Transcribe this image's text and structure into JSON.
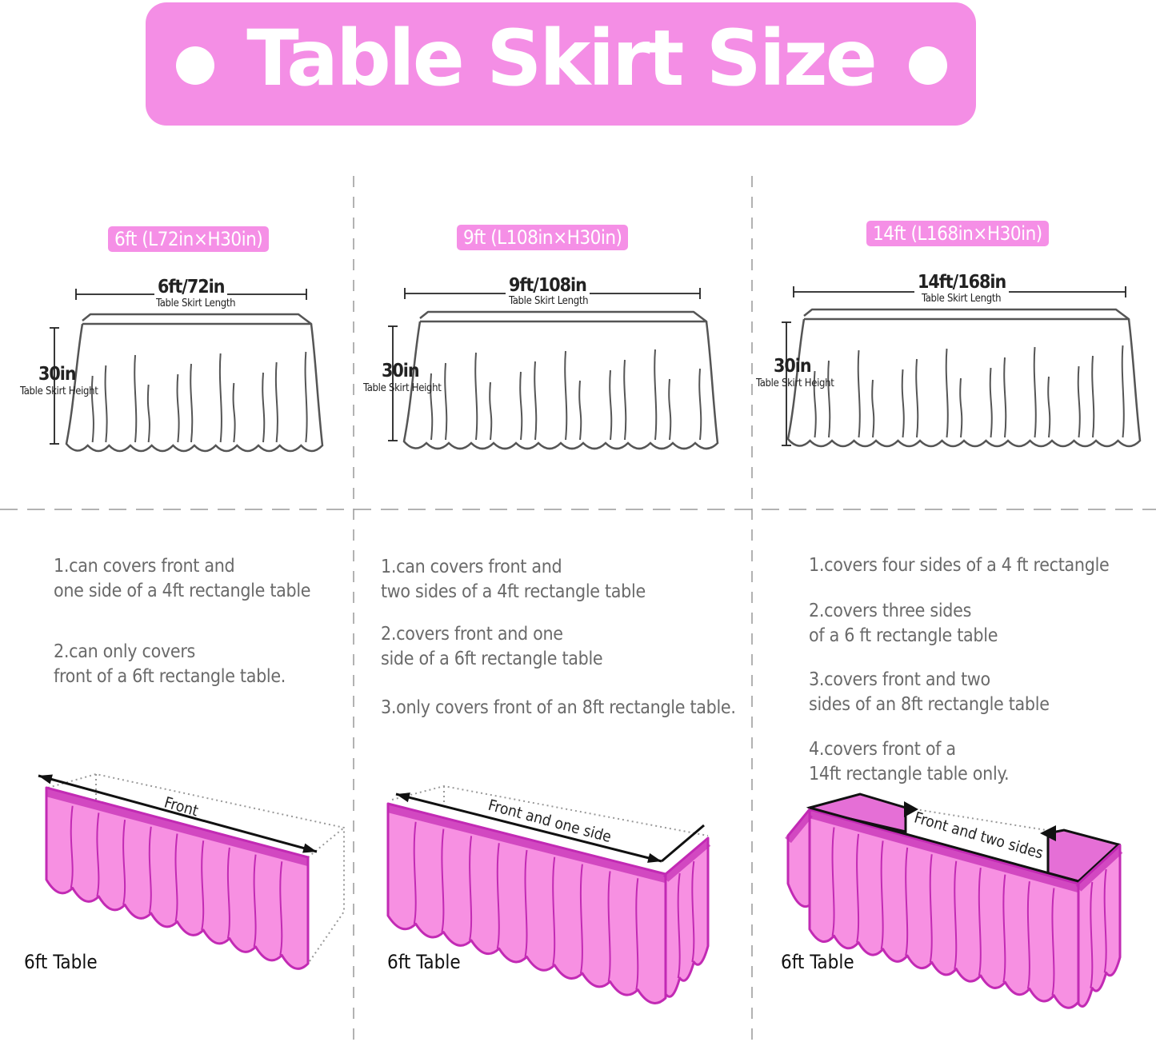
{
  "title": "Table Skirt Size",
  "colors": {
    "accent": "#f48ee5",
    "skirt_fill": "#f790e2",
    "skirt_stroke": "#c22ab4",
    "text_gray": "#6a6a6a"
  },
  "columns": [
    {
      "size_label": "6ft (L72in×H30in)",
      "length": "6ft/72in",
      "length_caption": "Table Skirt Length",
      "height": "30in",
      "height_caption": "Table Skirt Height",
      "notes": [
        "1.can covers front and\none side of a 4ft rectangle table",
        "2.can only covers\nfront of a 6ft rectangle table."
      ],
      "coverage_label": "Front",
      "table_label": "6ft Table"
    },
    {
      "size_label": "9ft (L108in×H30in)",
      "length": "9ft/108in",
      "length_caption": "Table Skirt Length",
      "height": "30in",
      "height_caption": "Table Skirt Height",
      "notes": [
        "1.can covers front and\ntwo sides of a 4ft rectangle table",
        "2.covers front and one\nside of a 6ft rectangle table",
        "3.only covers front of an 8ft rectangle table."
      ],
      "coverage_label": "Front and one side",
      "table_label": "6ft Table"
    },
    {
      "size_label": "14ft (L168in×H30in)",
      "length": "14ft/168in",
      "length_caption": "Table Skirt Length",
      "height": "30in",
      "height_caption": "Table Skirt Height",
      "notes": [
        "1.covers four sides of a 4 ft rectangle",
        "2.covers three sides\nof a 6 ft rectangle table",
        "3.covers front and two\nsides of an 8ft rectangle table",
        "4.covers front of a\n14ft rectangle table only."
      ],
      "coverage_label": "Front and two sides",
      "table_label": "6ft  Table"
    }
  ]
}
